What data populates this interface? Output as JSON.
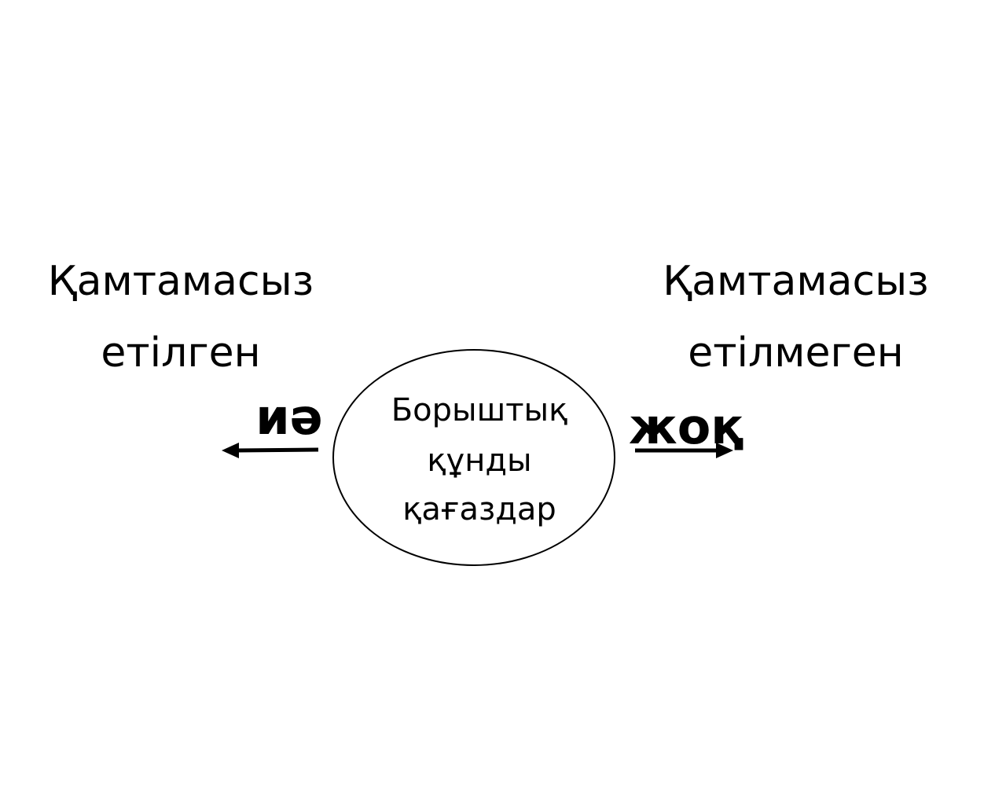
{
  "diagram": {
    "center": {
      "line1": "Борыштық",
      "line2": "құнды",
      "line3": "қағаздар"
    },
    "left_branch": {
      "choice": "иә",
      "outcome_line1": "Қамтамасыз",
      "outcome_line2": "етілген",
      "arrow_direction": "left"
    },
    "right_branch": {
      "choice": "жоқ",
      "outcome_line1": "Қамтамасыз",
      "outcome_line2": "етілмеген",
      "arrow_direction": "right"
    }
  }
}
